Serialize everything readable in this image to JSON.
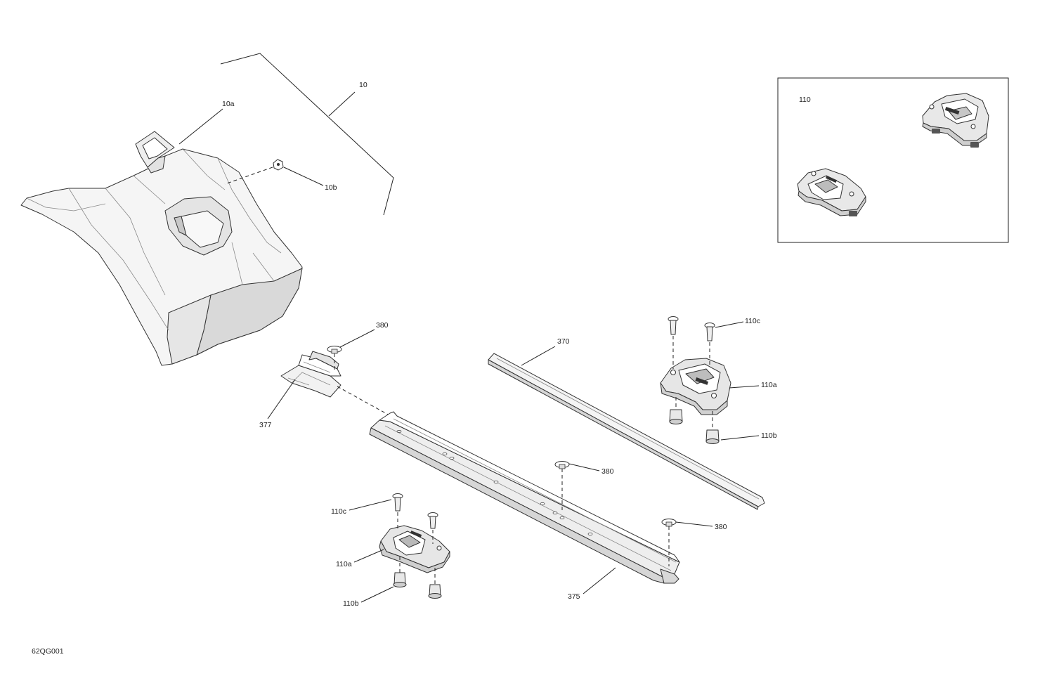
{
  "diagram_code": "62QG001",
  "callouts": {
    "c10": "10",
    "c10a": "10a",
    "c10b": "10b",
    "c380_top": "380",
    "c377": "377",
    "c370": "370",
    "c110c_right": "110c",
    "c110a_right": "110a",
    "c110b_right": "110b",
    "c380_mid": "380",
    "c380_right": "380",
    "c110c_left": "110c",
    "c110a_left": "110a",
    "c110b_left": "110b",
    "c375": "375"
  },
  "inset": {
    "label": "110"
  },
  "colors": {
    "line": "#222222",
    "part_fill": "#f4f4f4",
    "shade": "#d4d4d4",
    "dark": "#3a3a3a"
  }
}
